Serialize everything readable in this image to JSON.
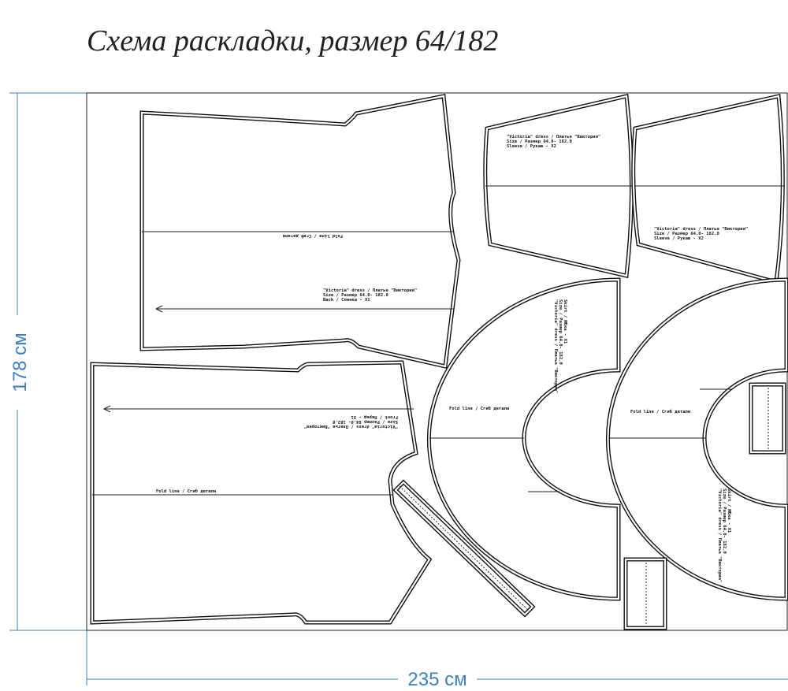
{
  "title": "Схема раскладки, размер 64/182",
  "dimensions": {
    "height": "178 см",
    "width": "235 см"
  },
  "colors": {
    "dimension": "#3f7fbf",
    "outline": "#111111"
  },
  "pieces": {
    "back": {
      "fold": "Fold line / Сгиб детали",
      "l1": "\"Victoria\" dress / Платье \"Виктория\"",
      "l2": "Size / Размер  64.0- 182.0",
      "l3": "Back / Спинка - X1"
    },
    "front": {
      "fold": "Fold line / Сгиб детали",
      "l1": "\"Victoria\" dress / Платье \"Виктория\"",
      "l2": "Size / Размер  64.0- 182.0",
      "l3": "Front / Перед - X1"
    },
    "sleeve1": {
      "l1": "\"Victoria\" dress / Платье \"Виктория\"",
      "l2": "Size / Размер  64.0- 182.0",
      "l3": "Sleeve / Рукав - X2"
    },
    "sleeve2": {
      "l1": "\"Victoria\" dress / Платье \"Виктория\"",
      "l2": "Size / Размер  64.0- 182.0",
      "l3": "Sleeve / Рукав - X2"
    },
    "skirt1": {
      "fold": "Fold line / Сгиб детали",
      "l1": "\"Victoria\" dress / Платье \"Виктория\"",
      "l2": "Size / Размер  64.0- 182.0",
      "l3": "Skirt / Юбка - X1"
    },
    "skirt2": {
      "fold": "Fold line / Сгиб детали",
      "l1": "\"Victoria\" dress / Платье \"Виктория\"",
      "l2": "Size / Размер  64.0- 182.0",
      "l3": "Skirt / Юбка - X1"
    }
  }
}
